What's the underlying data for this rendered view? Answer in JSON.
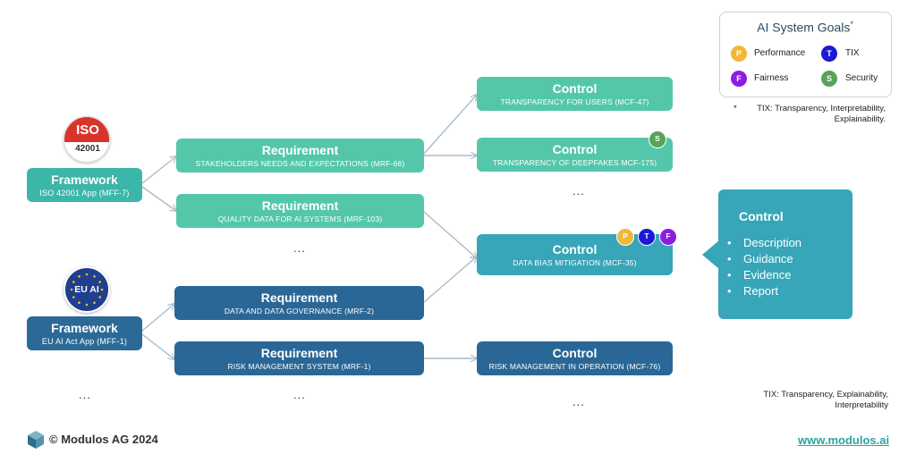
{
  "goals_box": {
    "title": "AI System Goals",
    "title_mark": "*",
    "items": [
      {
        "letter": "P",
        "label": "Performance",
        "color": "#f1b63a"
      },
      {
        "letter": "T",
        "label": "TIX",
        "color": "#1a1ad6"
      },
      {
        "letter": "F",
        "label": "Fairness",
        "color": "#8b1de3"
      },
      {
        "letter": "S",
        "label": "Security",
        "color": "#56a35a"
      }
    ]
  },
  "goals_footnote": {
    "star": "*",
    "line1": "TIX: Transparency, Interpretability,",
    "line2": "Explainability."
  },
  "badges": {
    "iso": {
      "top": "ISO",
      "bottom": "42001",
      "top_color": "#d9342b"
    },
    "eu": {
      "label": "EU AI",
      "color": "#1f3f8f",
      "star_color": "#f3c316"
    }
  },
  "frameworks": [
    {
      "title": "Framework",
      "sub": "ISO 42001 App (MFF-7)"
    },
    {
      "title": "Framework",
      "sub": "EU AI Act App (MFF-1)"
    }
  ],
  "requirements": [
    {
      "title": "Requirement",
      "sub": "STAKEHOLDERS NEEDS AND EXPECTATIONS  (MRF-66)"
    },
    {
      "title": "Requirement",
      "sub": "QUALITY DATA FOR AI SYSTEMS  (MRF-103)"
    },
    {
      "title": "Requirement",
      "sub": "DATA AND DATA GOVERNANCE  (MRF-2)"
    },
    {
      "title": "Requirement",
      "sub": "RISK MANAGEMENT SYSTEM (MRF-1)"
    }
  ],
  "controls": [
    {
      "title": "Control",
      "sub": "TRANSPARENCY FOR USERS (MCF-47)"
    },
    {
      "title": "Control",
      "sub": "TRANSPARENCY OF DEEPFAKES MCF-175)"
    },
    {
      "title": "Control",
      "sub": "DATA BIAS MITIGATION (MCF-35)"
    },
    {
      "title": "Control",
      "sub": "RISK MANAGEMENT IN OPERATION (MCF-76)"
    }
  ],
  "control_tags": {
    "deepfakes": [
      "S"
    ],
    "bias": [
      "P",
      "T",
      "F"
    ]
  },
  "ellipsis": "...",
  "control_detail": {
    "title": "Control",
    "items": [
      "Description",
      "Guidance",
      "Evidence",
      "Report"
    ]
  },
  "tix_note": {
    "line1": "TIX: Transparency, Explainability,",
    "line2": "Interpretability"
  },
  "footer": {
    "company": "© Modulos AG 2024",
    "url": "www.modulos.ai"
  }
}
